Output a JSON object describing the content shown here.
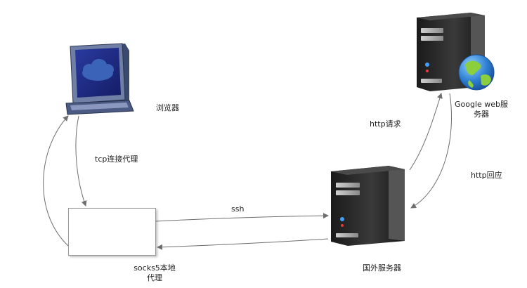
{
  "nodes": {
    "browser": {
      "label": "浏览器"
    },
    "google_server": {
      "label_line1": "Google web服",
      "label_line2": "务器"
    },
    "foreign_server": {
      "label": "国外服务器"
    },
    "socks_proxy": {
      "label_line1": "socks5本地",
      "label_line2": "代理"
    }
  },
  "edges": {
    "browser_to_proxy": {
      "label": "tcp连接代理"
    },
    "proxy_to_server": {
      "label": "ssh"
    },
    "server_to_google": {
      "label": "http请求"
    },
    "google_to_server": {
      "label": "http回应"
    }
  },
  "colors": {
    "monitor_screen": "#1f2e8a",
    "cloud": "#3b63b8",
    "server_body": "#2a2a2a",
    "server_panel": "#9a9a9a",
    "arrow": "#6f6f6f",
    "globe_ocean": "#2e7fd1",
    "globe_land": "#8ccf3c"
  }
}
